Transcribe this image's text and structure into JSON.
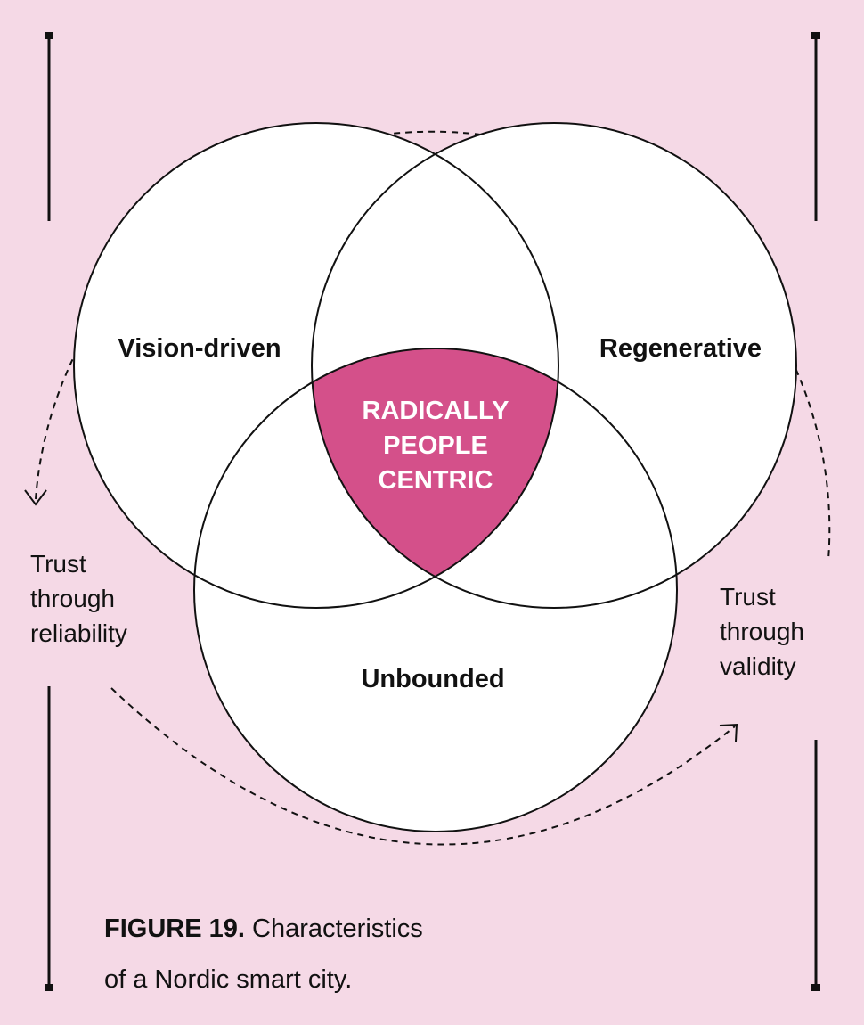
{
  "circles": {
    "left": "Vision-driven",
    "right": "Regenerative",
    "bottom": "Unbounded"
  },
  "center": {
    "lines": [
      "RADICALLY",
      "PEOPLE",
      "CENTRIC"
    ]
  },
  "side_notes": {
    "left": [
      "Trust",
      "through",
      "reliability"
    ],
    "right": [
      "Trust",
      "through",
      "validity"
    ]
  },
  "caption": {
    "label": "FIGURE 19.",
    "line1": "Characteristics",
    "line2": "of a Nordic smart city."
  },
  "colors": {
    "background": "#f5d9e6",
    "circle_fill": "#ffffff",
    "center_fill": "#d4508a",
    "stroke": "#111111"
  }
}
